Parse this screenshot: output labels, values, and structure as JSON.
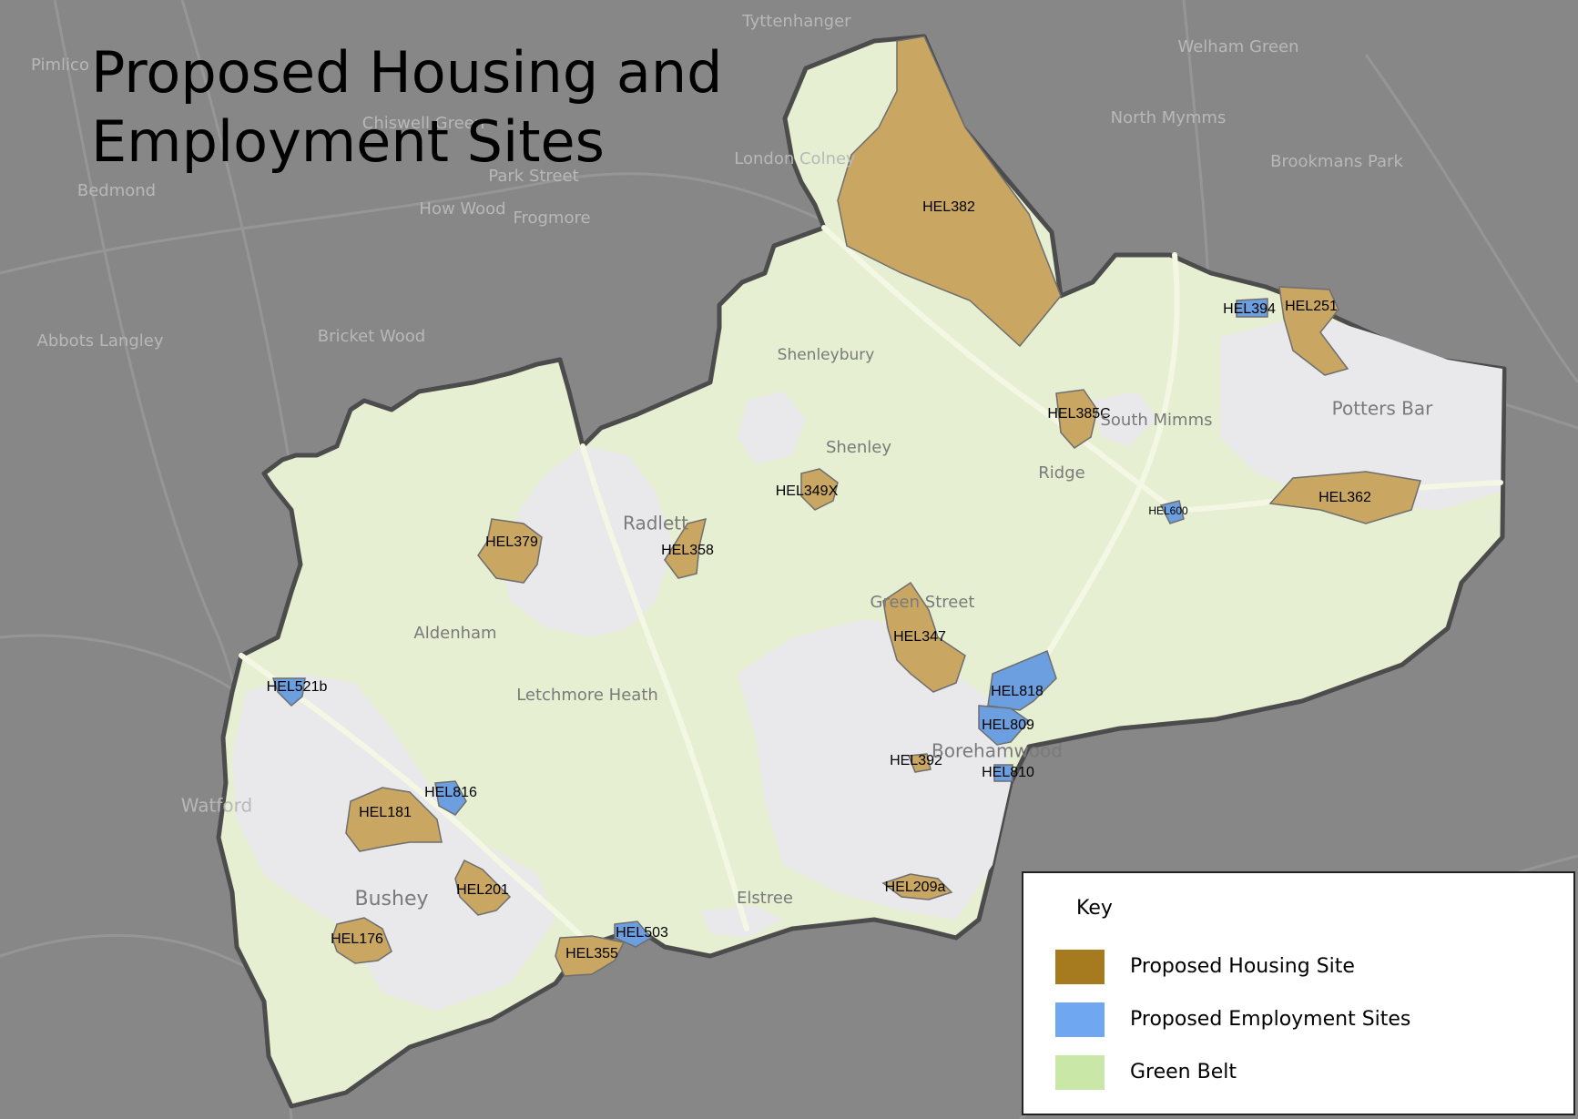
{
  "title_lines": [
    "Proposed Housing and",
    "Employment Sites"
  ],
  "background_places": [
    {
      "name": "Tyttenhanger"
    },
    {
      "name": "Welham Green"
    },
    {
      "name": "Pimlico"
    },
    {
      "name": "Chiswell Green"
    },
    {
      "name": "North Mymms"
    },
    {
      "name": "London Colney"
    },
    {
      "name": "Brookmans Park"
    },
    {
      "name": "Park Street"
    },
    {
      "name": "Bedmond"
    },
    {
      "name": "How Wood"
    },
    {
      "name": "Frogmore"
    },
    {
      "name": "Abbots Langley"
    },
    {
      "name": "Bricket Wood"
    },
    {
      "name": "Watford"
    }
  ],
  "district_places": [
    {
      "name": "Shenleybury"
    },
    {
      "name": "South Mimms"
    },
    {
      "name": "Potters Bar"
    },
    {
      "name": "Shenley"
    },
    {
      "name": "Ridge"
    },
    {
      "name": "Radlett"
    },
    {
      "name": "Green Street"
    },
    {
      "name": "Aldenham"
    },
    {
      "name": "Letchmore Heath"
    },
    {
      "name": "Borehamwood"
    },
    {
      "name": "Bushey"
    },
    {
      "name": "Elstree"
    }
  ],
  "sites": [
    {
      "id": "HEL382",
      "kind": "housing"
    },
    {
      "id": "HEL394",
      "kind": "employment"
    },
    {
      "id": "HEL251",
      "kind": "housing"
    },
    {
      "id": "HEL385C",
      "kind": "housing"
    },
    {
      "id": "HEL362",
      "kind": "housing"
    },
    {
      "id": "HEL600",
      "kind": "employment"
    },
    {
      "id": "HEL349X",
      "kind": "housing"
    },
    {
      "id": "HEL379",
      "kind": "housing"
    },
    {
      "id": "HEL358",
      "kind": "housing"
    },
    {
      "id": "HEL347",
      "kind": "housing"
    },
    {
      "id": "HEL818",
      "kind": "employment"
    },
    {
      "id": "HEL809",
      "kind": "employment"
    },
    {
      "id": "HEL392",
      "kind": "housing"
    },
    {
      "id": "HEL810",
      "kind": "employment"
    },
    {
      "id": "HEL521b",
      "kind": "employment"
    },
    {
      "id": "HEL816",
      "kind": "employment"
    },
    {
      "id": "HEL181",
      "kind": "housing"
    },
    {
      "id": "HEL201",
      "kind": "housing"
    },
    {
      "id": "HEL209a",
      "kind": "housing"
    },
    {
      "id": "HEL503",
      "kind": "employment"
    },
    {
      "id": "HEL355",
      "kind": "housing"
    },
    {
      "id": "HEL176",
      "kind": "housing"
    }
  ],
  "legend": {
    "title": "Key",
    "items": [
      {
        "label": "Proposed Housing Site",
        "color": "#A67A1E"
      },
      {
        "label": "Proposed Employment Sites",
        "color": "#6FA8F0"
      },
      {
        "label": "Green Belt",
        "color": "#C9E8A8"
      }
    ]
  },
  "colors": {
    "background": "#878787",
    "district_fill": "#E7EFD2",
    "urban": "#E9E9EC",
    "housing_fill": "#C9A662",
    "employment_fill": "#6C9FE0",
    "boundary": "#4C4C4C"
  }
}
